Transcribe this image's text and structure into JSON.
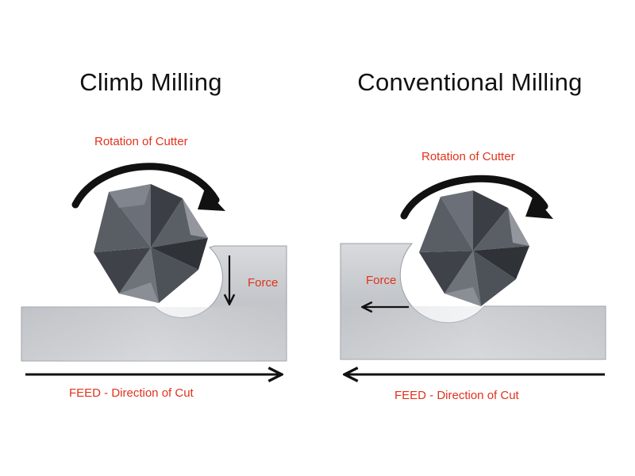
{
  "climb": {
    "title": "Climb Milling",
    "rotation_label": "Rotation of Cutter",
    "force_label": "Force",
    "feed_label": "FEED - Direction of Cut"
  },
  "conventional": {
    "title": "Conventional Milling",
    "rotation_label": "Rotation of Cutter",
    "force_label": "Force",
    "feed_label": "FEED - Direction of Cut"
  },
  "colors": {
    "title": "#111111",
    "label": "#e0321c",
    "arrow": "#111111",
    "workpiece": "#cfd2d6",
    "cutter": "#4a4e55"
  }
}
